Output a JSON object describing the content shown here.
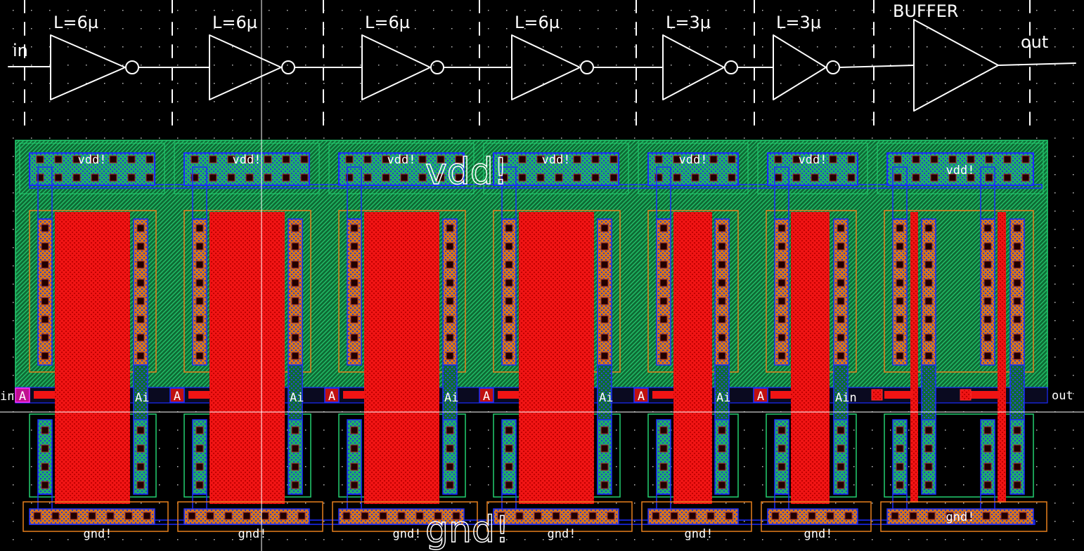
{
  "schematic": {
    "input_label": "in",
    "output_label": "out",
    "stages": [
      {
        "label": "L=6µ",
        "type": "inverter"
      },
      {
        "label": "L=6µ",
        "type": "inverter"
      },
      {
        "label": "L=6µ",
        "type": "inverter"
      },
      {
        "label": "L=6µ",
        "type": "inverter"
      },
      {
        "label": "L=3µ",
        "type": "inverter"
      },
      {
        "label": "L=3µ",
        "type": "inverter"
      },
      {
        "label": "BUFFER",
        "type": "buffer"
      }
    ]
  },
  "layout": {
    "big_vdd_label": "vdd!",
    "big_gnd_label": "gnd!",
    "input_pin_label": "in",
    "output_pin_label": "out",
    "pin_glyph": "A",
    "cells": [
      {
        "vdd": "vdd!",
        "gnd": "gnd!",
        "in_label": "Ai",
        "fingers": 1
      },
      {
        "vdd": "vdd!",
        "gnd": "gnd!",
        "in_label": "Ai",
        "fingers": 1
      },
      {
        "vdd": "vdd!",
        "gnd": "gnd!",
        "in_label": "Ai",
        "fingers": 1
      },
      {
        "vdd": "vdd!",
        "gnd": "gnd!",
        "in_label": "Ai",
        "fingers": 1
      },
      {
        "vdd": "vdd!",
        "gnd": "gnd!",
        "in_label": "Ai",
        "fingers": 1
      },
      {
        "vdd": "vdd!",
        "gnd": "gnd!",
        "in_label": "Ain",
        "fingers": 1
      },
      {
        "vdd": "vdd!",
        "gnd": "gnd!",
        "in_label": "",
        "fingers": 2
      }
    ]
  },
  "colors": {
    "background": "#000000",
    "nwell": "#0e6b34",
    "nwell_hatch": "#22c06a",
    "poly": "#f01414",
    "metal1": "#1a2cff",
    "pdiff": "#d9741c",
    "ndiff": "#1fae6a",
    "cursor": "#ffffff"
  }
}
